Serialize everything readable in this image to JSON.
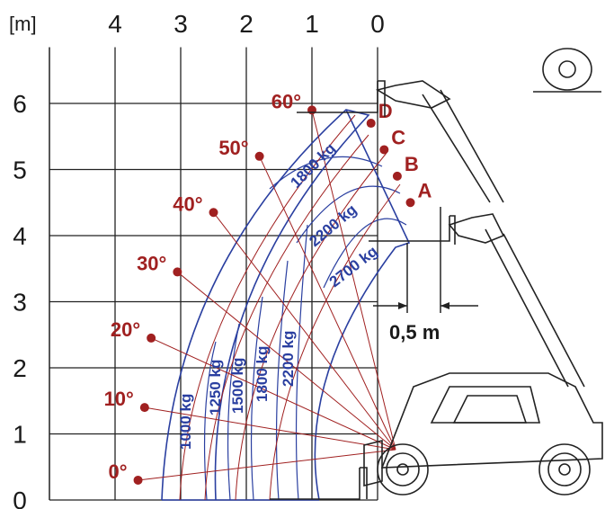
{
  "chart_data": {
    "type": "load-chart",
    "x_unit": "[m]",
    "x_ticks": [
      "4",
      "3",
      "2",
      "1",
      "0"
    ],
    "y_ticks": [
      "6",
      "5",
      "4",
      "3",
      "2",
      "1",
      "0"
    ],
    "angles": [
      {
        "label": "0°",
        "x": 3.65,
        "y": 0.3
      },
      {
        "label": "10°",
        "x": 3.55,
        "y": 1.4
      },
      {
        "label": "20°",
        "x": 3.45,
        "y": 2.45
      },
      {
        "label": "30°",
        "x": 3.05,
        "y": 3.45
      },
      {
        "label": "40°",
        "x": 2.5,
        "y": 4.35
      },
      {
        "label": "50°",
        "x": 1.8,
        "y": 5.2
      },
      {
        "label": "60°",
        "x": 1.0,
        "y": 5.9
      }
    ],
    "positions": [
      {
        "label": "A",
        "x": -0.5,
        "y": 4.5
      },
      {
        "label": "B",
        "x": -0.3,
        "y": 4.9
      },
      {
        "label": "C",
        "x": -0.1,
        "y": 5.3
      },
      {
        "label": "D",
        "x": 0.1,
        "y": 5.7
      }
    ],
    "zones_vertical": [
      "1000 kg",
      "1250 kg",
      "1500 kg",
      "1800 kg",
      "2200 kg"
    ],
    "zones_angled": [
      "1800 kg",
      "2200 kg",
      "2700 kg"
    ],
    "dimension": "0,5 m",
    "colors": {
      "grid": "#222222",
      "angle": "#a02020",
      "zone": "#2a3fa0"
    }
  }
}
